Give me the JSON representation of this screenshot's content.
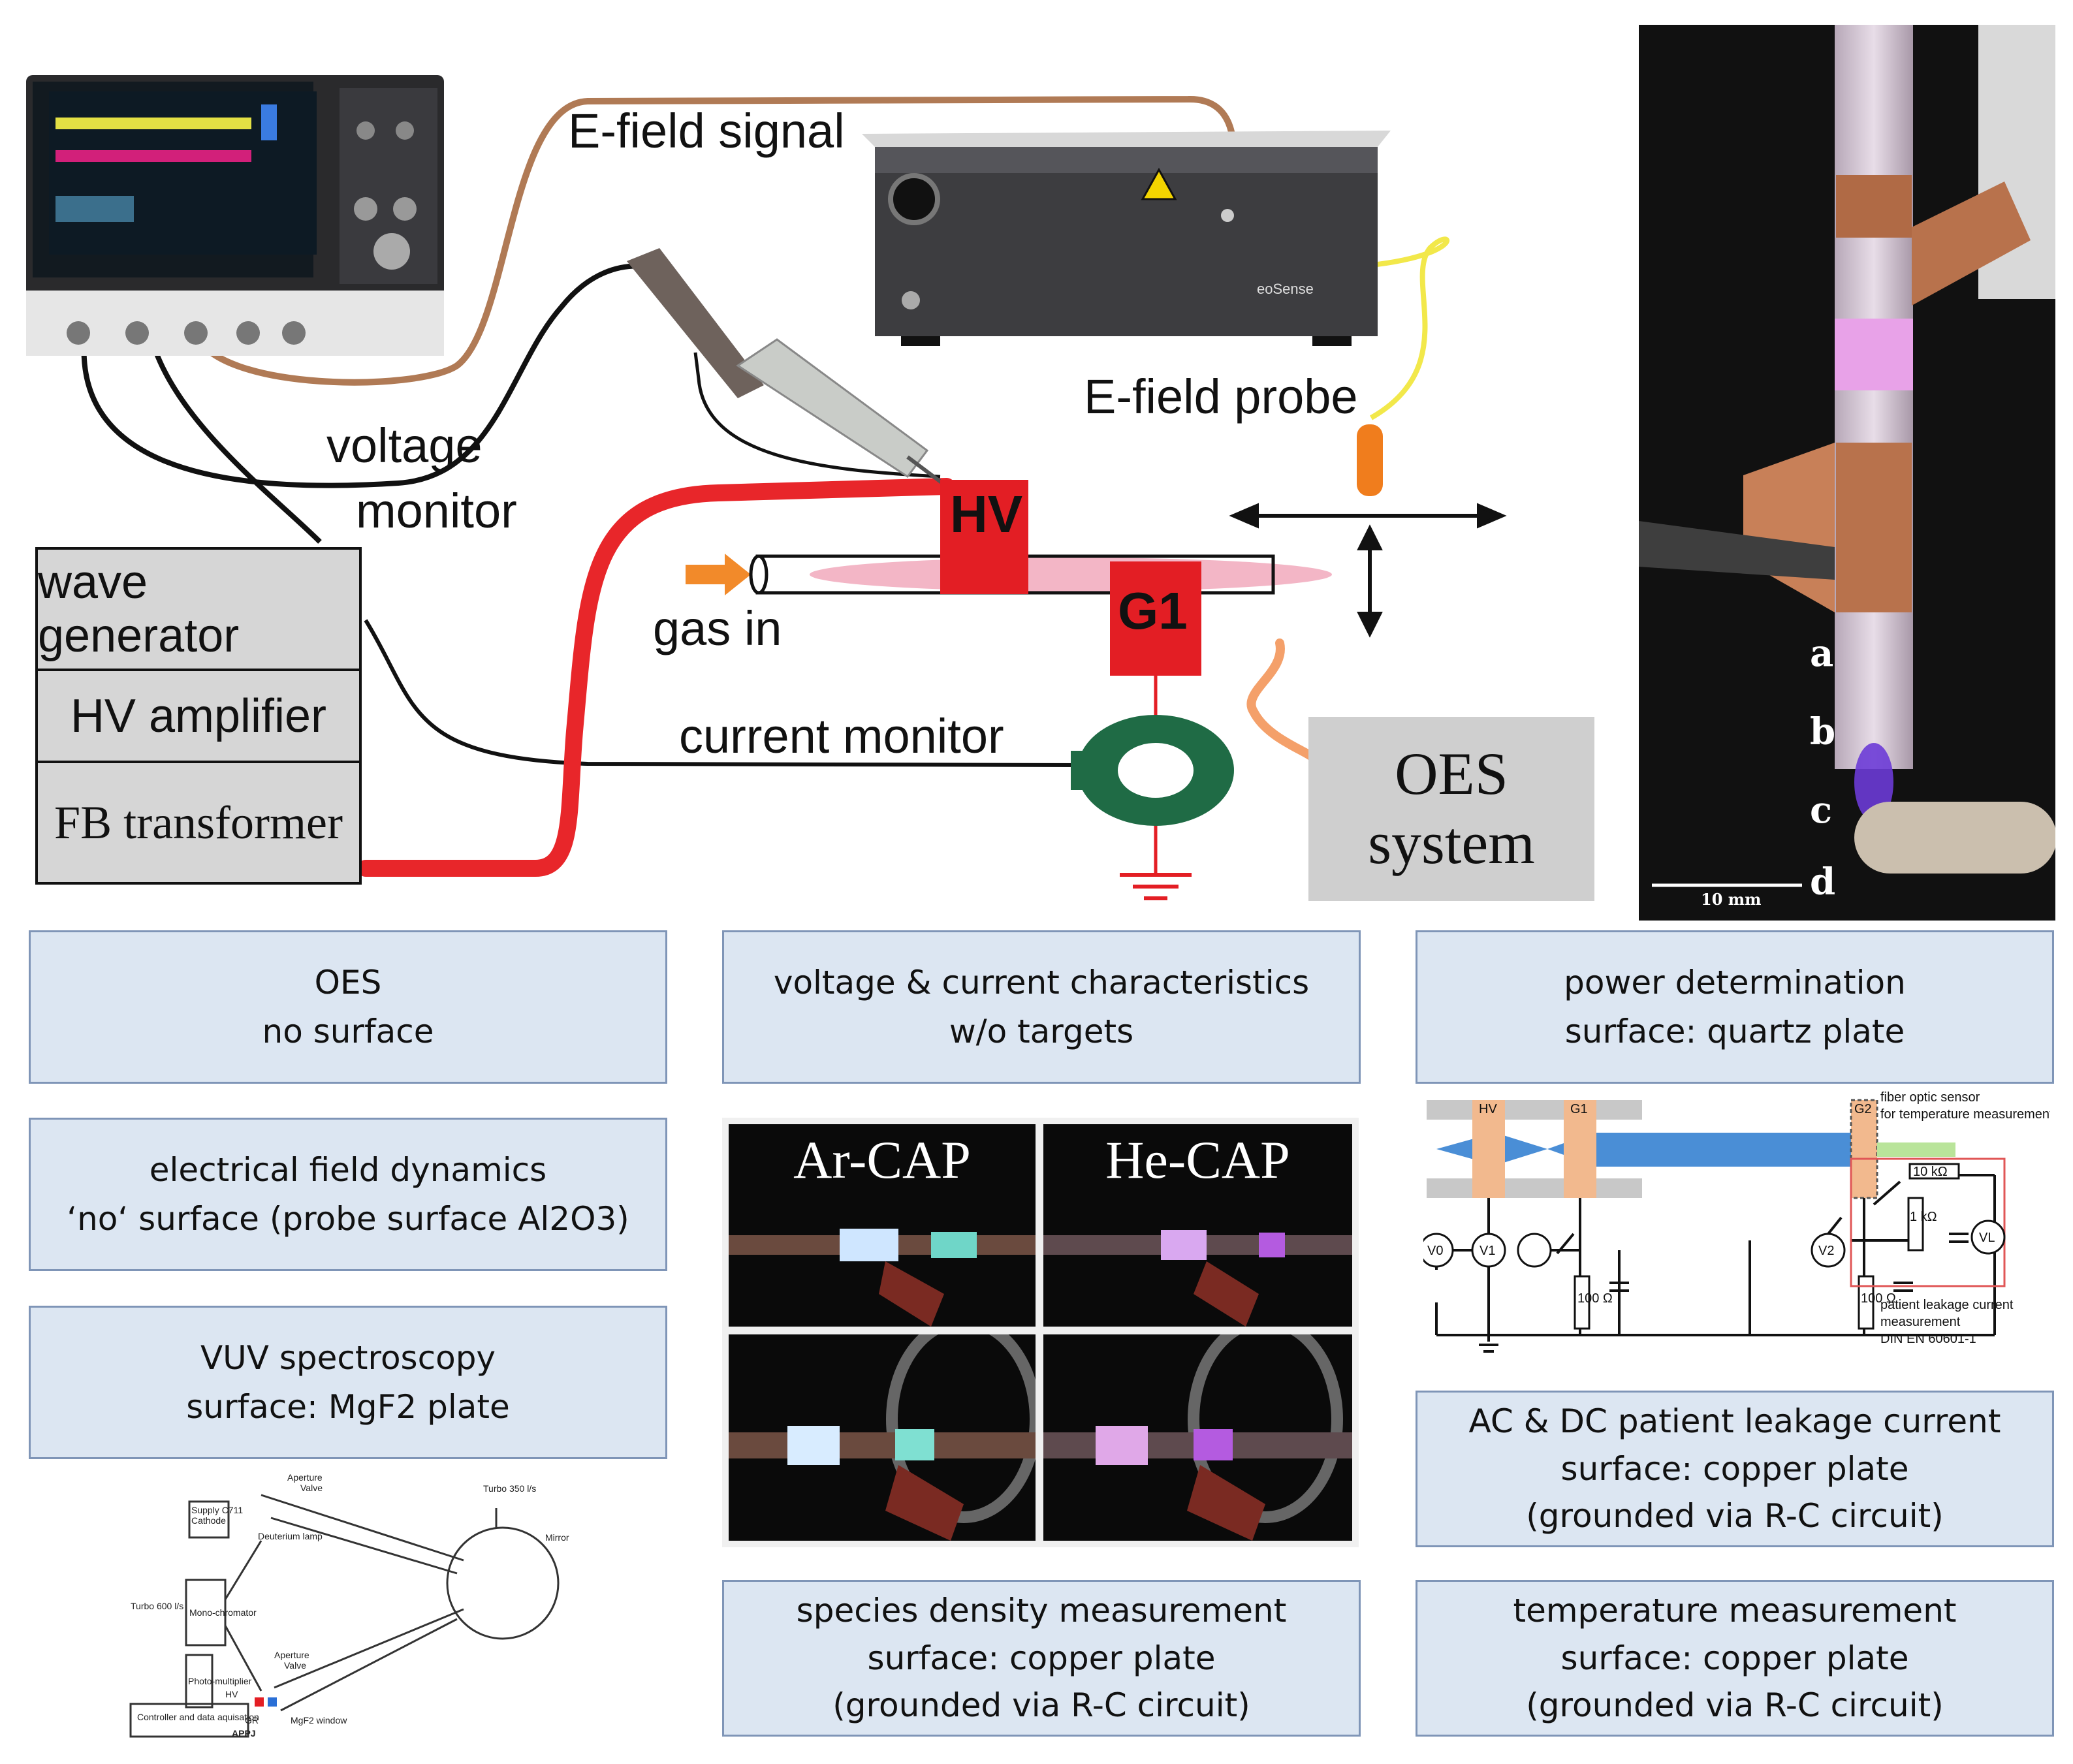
{
  "setup": {
    "efield_signal": "E-field signal",
    "efield_probe": "E-field probe",
    "voltage_monitor_line1": "voltage",
    "voltage_monitor_line2": "monitor",
    "wave_generator": "wave generator",
    "hv_amplifier": "HV amplifier",
    "fb_transformer": "FB transformer",
    "hv_electrode": "HV",
    "g1_electrode": "G1",
    "gas_in": "gas in",
    "current_monitor": "current monitor",
    "oes_line1": "OES",
    "oes_line2": "system",
    "efield_device_brand": "eoSense",
    "colors": {
      "hv_cable": "#e8262a",
      "efield_signal_cable": "#b07a55",
      "probe_cable": "#f2e84a",
      "electrode": "#e31e24",
      "plasma": "#f3b6c6",
      "gas_arrow": "#f28a2a",
      "current_clamp": "#1f6b45"
    }
  },
  "photo": {
    "labels": [
      "a",
      "b",
      "c",
      "d"
    ],
    "scale_bar": "10 mm"
  },
  "boxes": {
    "oes": [
      "OES",
      "no surface"
    ],
    "efield": [
      "electrical field dynamics",
      "‘no‘ surface (probe surface Al2O3)"
    ],
    "vuv": [
      "VUV spectroscopy",
      "surface: MgF2 plate"
    ],
    "vi": [
      "voltage & current characteristics",
      "w/o targets"
    ],
    "species": [
      "species density measurement",
      "surface: copper plate",
      "(grounded via R-C circuit)"
    ],
    "power": [
      "power determination",
      "surface: quartz plate"
    ],
    "leakage": [
      "AC & DC patient leakage current",
      "surface: copper plate",
      "(grounded via R-C circuit)"
    ],
    "temperature": [
      "temperature measurement",
      "surface: copper plate",
      "(grounded via R-C circuit)"
    ]
  },
  "cap_photos": {
    "ar_title": "Ar-CAP",
    "he_title": "He-CAP"
  },
  "vuv_schematic": {
    "labels": [
      "Aperture",
      "Valve",
      "Supply C711 Cathode",
      "Deuterium lamp",
      "Turbo 350 l/s",
      "Mirror",
      "Turbo 600 l/s",
      "Mono-chromator",
      "Photo-multiplier",
      "Aperture",
      "Valve",
      "HV",
      "GR",
      "MgF2 window",
      "Controller and data aquisation",
      "APPJ"
    ]
  },
  "circuit": {
    "hv": "HV",
    "g1": "G1",
    "g2": "G2",
    "sensor_line1": "fiber optic sensor",
    "sensor_line2": "for temperature measurement",
    "r10k": "10 kΩ",
    "r1k": "1 kΩ",
    "r100a": "100 Ω",
    "r100b": "100 Ω",
    "v0": "V0",
    "v1": "V1",
    "v2": "V2",
    "vl": "VL",
    "leak_line1": "patient leakage current",
    "leak_line2": "measurement",
    "leak_line3": "DIN EN 60601-1"
  }
}
